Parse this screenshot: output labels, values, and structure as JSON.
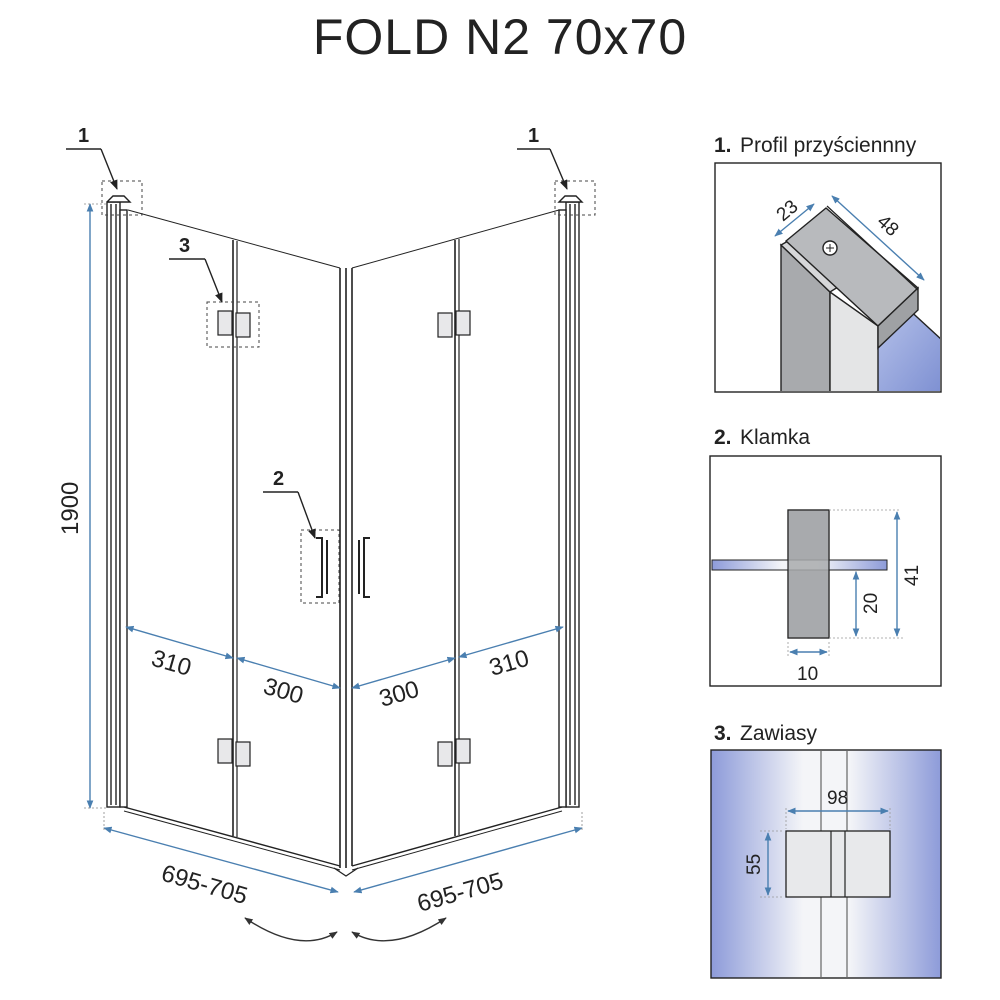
{
  "title": "FOLD N2 70x70",
  "callouts": {
    "c1_left": "1",
    "c1_right": "1",
    "c3": "3",
    "c2": "2"
  },
  "dimensions": {
    "height": "1900",
    "left_panel_outer": "310",
    "left_panel_inner": "300",
    "right_panel_inner": "300",
    "right_panel_outer": "310",
    "left_width": "695-705",
    "right_width": "695-705"
  },
  "details": {
    "profile": {
      "number": "1.",
      "title": "Profil przyściennny",
      "dim_a": "23",
      "dim_b": "48"
    },
    "handle": {
      "number": "2.",
      "title": "Klamka",
      "height": "41",
      "offset": "20",
      "width": "10"
    },
    "hinges": {
      "number": "3.",
      "title": "Zawiasy",
      "width": "98",
      "height": "55"
    }
  },
  "colors": {
    "line": "#222222",
    "dimension": "#4a7fb0",
    "glass_blue": "#8d9fd6",
    "frame_gray": "#a9abae",
    "panel_bg": "#e9e9ea"
  }
}
